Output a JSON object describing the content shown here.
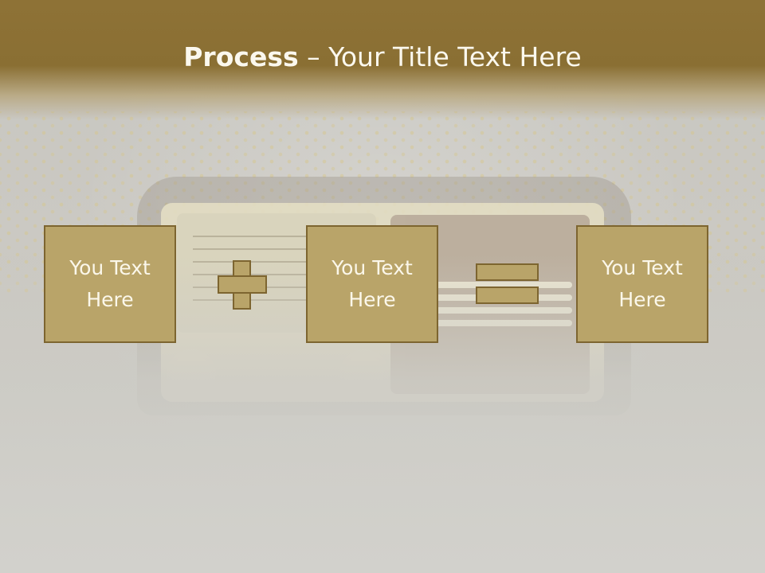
{
  "slide": {
    "title_bold": "Process",
    "title_rest": " – Your Title Text Here"
  },
  "boxes": [
    {
      "label": "You Text\nHere"
    },
    {
      "label": "You Text\nHere"
    },
    {
      "label": "You Text\nHere"
    }
  ],
  "colors": {
    "header": "#8a6f33",
    "box_fill": "#b9a469",
    "box_border": "#7d6530",
    "text": "#fbf8ee"
  },
  "icons": [
    "plus-icon",
    "equals-icon"
  ]
}
